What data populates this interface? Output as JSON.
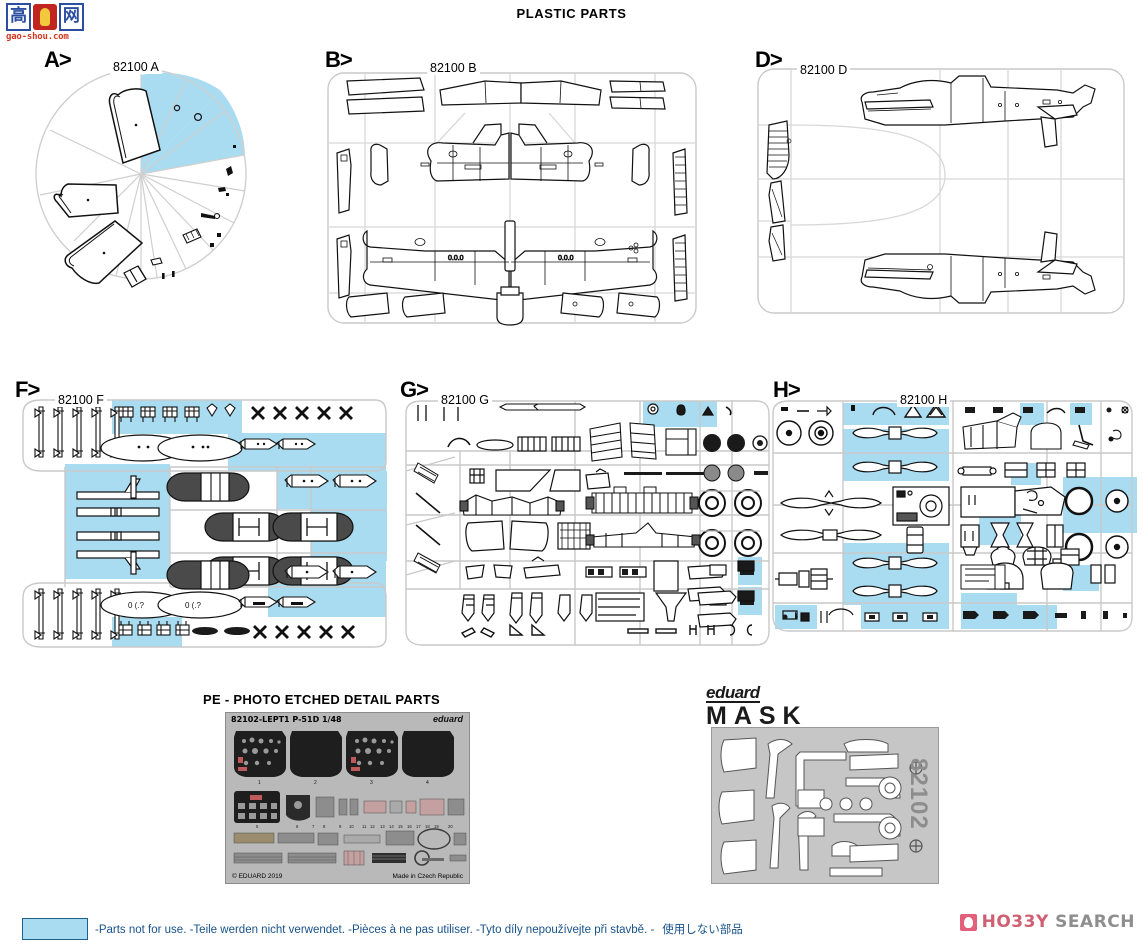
{
  "page": {
    "title": "PLASTIC PARTS"
  },
  "watermark": {
    "char1": "高",
    "char2": "网",
    "url": "gao-shou.com"
  },
  "sprues": [
    {
      "letter": "A>",
      "code": "82100 A",
      "type": "round",
      "has_unused_blue": true
    },
    {
      "letter": "B>",
      "code": "82100 B",
      "type": "rect",
      "has_unused_blue": false
    },
    {
      "letter": "D>",
      "code": "82100 D",
      "type": "rect",
      "has_unused_blue": false
    },
    {
      "letter": "F>",
      "code": "82100 F",
      "type": "rect",
      "has_unused_blue": true
    },
    {
      "letter": "G>",
      "code": "82100 G",
      "type": "rect",
      "has_unused_blue": true
    },
    {
      "letter": "H>",
      "code": "82100 H",
      "type": "rect",
      "has_unused_blue": true
    }
  ],
  "pe_section": {
    "title": "PE - PHOTO ETCHED DETAIL PARTS",
    "fret_code": "82102-LEPT1  P-51D   1/48",
    "brand": "eduard",
    "copyright": "© EDUARD 2019",
    "origin": "Made in Czech Republic",
    "panel_numbers": [
      "1",
      "2",
      "3",
      "4"
    ],
    "small_part_numbers": [
      "5",
      "6",
      "7",
      "8",
      "9",
      "10",
      "11",
      "12",
      "13",
      "14",
      "15",
      "16",
      "17",
      "18",
      "19",
      "20"
    ]
  },
  "mask_section": {
    "brand": "eduard",
    "title": "MASK",
    "sheet_number": "82102"
  },
  "legend": {
    "swatch_color": "#a9dcf0",
    "text_en": "-Parts not for use.",
    "text_de": "-Teile werden nicht verwendet.",
    "text_fr": "-Pièces à ne pas utiliser.",
    "text_cz": "-Tyto díly nepoužívejte při stavbě.",
    "dash": "-",
    "text_jp": "使用しない部品",
    "full": "-Parts not for use. -Teile werden nicht verwendet. -Pièces à ne pas utiliser. -Tyto díly nepoužívejte při stavbě. -"
  },
  "branding": {
    "hobby_search": "HO33Y SEARCH",
    "hobby_search_part1": "HO33Y",
    "hobby_search_part2": " SEARCH"
  }
}
